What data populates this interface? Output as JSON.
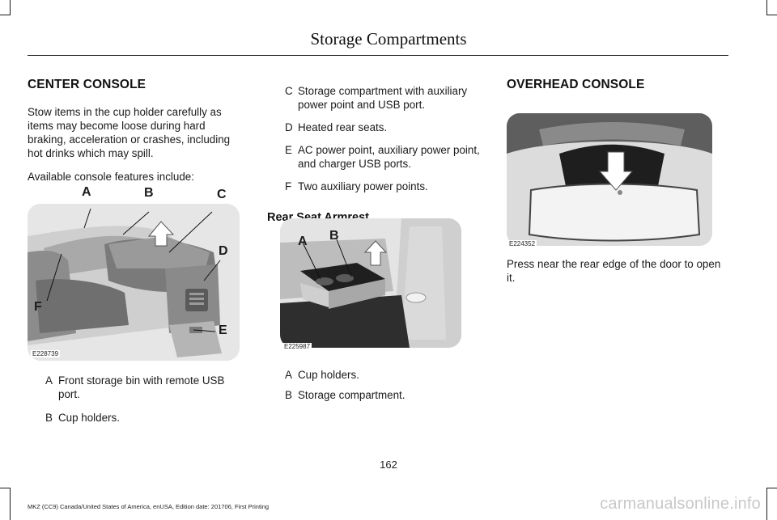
{
  "header": {
    "title": "Storage Compartments"
  },
  "center_console": {
    "heading": "CENTER CONSOLE",
    "paragraphs": [
      "Stow items in the cup holder carefully as items may become loose during hard braking, acceleration or crashes, including hot drinks which may spill.",
      "Available console features include:"
    ],
    "figure": {
      "code": "E228739",
      "callouts": [
        "A",
        "B",
        "C",
        "D",
        "E",
        "F"
      ]
    },
    "legend": [
      {
        "key": "A",
        "text": "Front storage bin with remote USB port."
      },
      {
        "key": "B",
        "text": "Cup holders."
      },
      {
        "key": "C",
        "text": "Storage compartment with auxiliary power point and USB port."
      },
      {
        "key": "D",
        "text": "Heated rear seats."
      },
      {
        "key": "E",
        "text": "AC power point, auxiliary power point, and charger USB ports."
      },
      {
        "key": "F",
        "text": "Two auxiliary power points."
      }
    ]
  },
  "rear_seat_armrest": {
    "heading": "Rear Seat Armrest",
    "figure": {
      "code": "E225987",
      "callouts": [
        "A",
        "B"
      ]
    },
    "legend": [
      {
        "key": "A",
        "text": "Cup holders."
      },
      {
        "key": "B",
        "text": "Storage compartment."
      }
    ]
  },
  "overhead_console": {
    "heading": "OVERHEAD CONSOLE",
    "figure": {
      "code": "E224352"
    },
    "paragraph": "Press near the rear edge of the door to open it."
  },
  "page_number": "162",
  "footer": "MKZ (CC9) Canada/United States of America, enUSA, Edition date: 201706, First Printing",
  "watermark": "carmanualsonline.info"
}
